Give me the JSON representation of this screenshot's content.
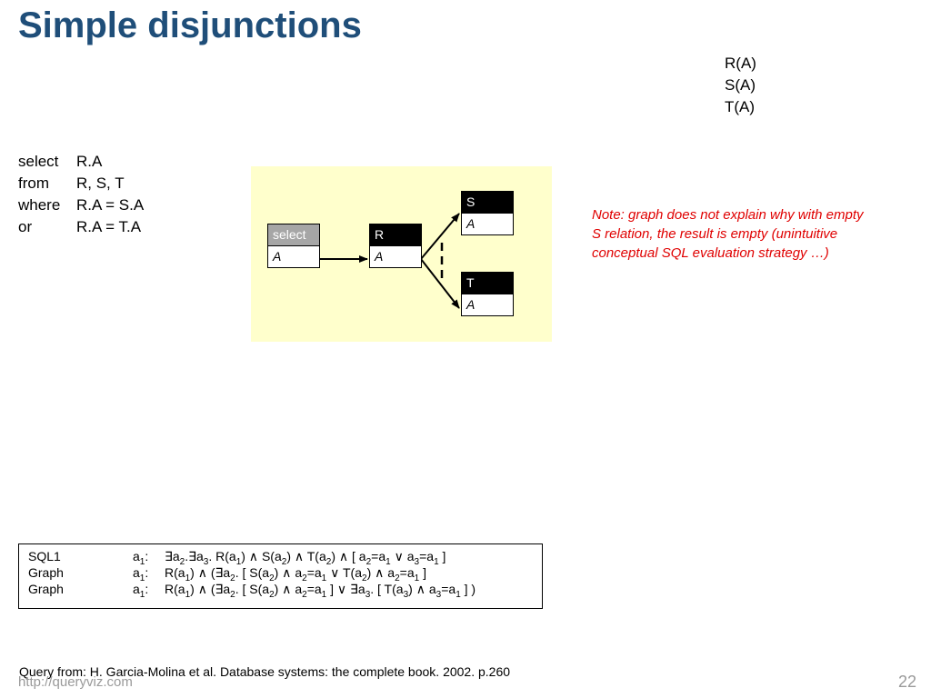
{
  "title": "Simple disjunctions",
  "schema": [
    "R(A)",
    "S(A)",
    "T(A)"
  ],
  "sql": [
    {
      "keyword": "select",
      "clause": "R.A"
    },
    {
      "keyword": "from",
      "clause": "R, S, T"
    },
    {
      "keyword": "where",
      "clause": "R.A = S.A"
    },
    {
      "keyword": "or",
      "clause": "R.A = T.A"
    }
  ],
  "graph": {
    "select": {
      "header": "select",
      "attr": "A"
    },
    "R": {
      "header": "R",
      "attr": "A"
    },
    "S": {
      "header": "S",
      "attr": "A"
    },
    "T": {
      "header": "T",
      "attr": "A"
    },
    "colors": {
      "panel": "#ffffcc",
      "table_header": "#000000",
      "select_header": "#a6a6a6"
    }
  },
  "note": "Note: graph does not explain why with empty S relation, the result is empty (unintuitive conceptual SQL evaluation strategy …)",
  "formulas": [
    {
      "label": "SQL1",
      "var": "a1:",
      "expr": "∃a2.∃a3. R(a1) ∧ S(a2) ∧ T(a2) ∧ [ a2=a1 ∨ a3=a1 ]"
    },
    {
      "label": "Graph",
      "var": "a1:",
      "expr": "R(a1) ∧ (∃a2. [ S(a2) ∧ a2=a1 ∨ T(a2) ∧ a2=a1 ]"
    },
    {
      "label": "Graph",
      "var": "a1:",
      "expr": "R(a1) ∧ (∃a2. [ S(a2) ∧ a2=a1 ] ∨ ∃a3. [ T(a3) ∧ a3=a1 ] )"
    }
  ],
  "source": "Query from: H. Garcia-Molina et al. Database systems: the complete book. 2002. p.260",
  "url": "http://queryviz.com",
  "page_number": "22"
}
